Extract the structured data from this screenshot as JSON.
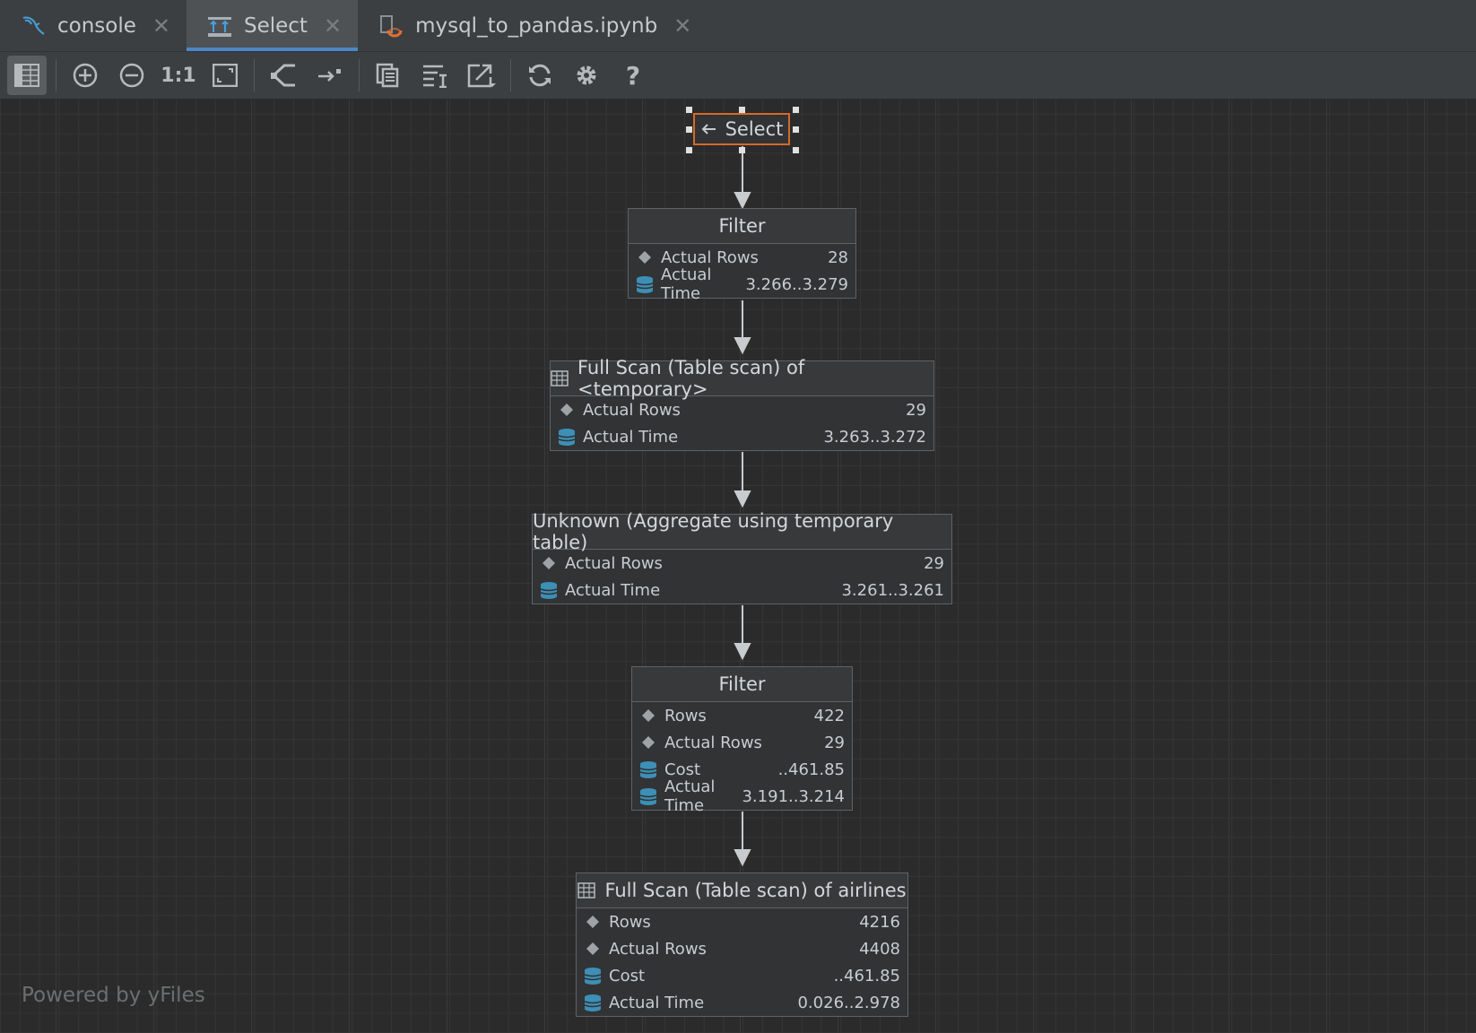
{
  "tabs": [
    {
      "label": "console",
      "icon": "mysql-dolphin-icon",
      "active": false
    },
    {
      "label": "Select",
      "icon": "query-plan-icon",
      "active": true
    },
    {
      "label": "mysql_to_pandas.ipynb",
      "icon": "jupyter-notebook-icon",
      "active": false
    }
  ],
  "toolbar": {
    "one_to_one_label": "1:1",
    "help_label": "?"
  },
  "select_node": {
    "label": "Select"
  },
  "nodes": [
    {
      "title": "Filter",
      "rows": [
        {
          "label": "Actual Rows",
          "value": "28",
          "icon": "diamond-icon"
        },
        {
          "label": "Actual Time",
          "value": "3.266..3.279",
          "icon": "database-icon"
        }
      ]
    },
    {
      "title": "Full Scan (Table scan) of <temporary>",
      "rows": [
        {
          "label": "Actual Rows",
          "value": "29",
          "icon": "diamond-icon"
        },
        {
          "label": "Actual Time",
          "value": "3.263..3.272",
          "icon": "database-icon"
        }
      ]
    },
    {
      "title": "Unknown (Aggregate using temporary table)",
      "rows": [
        {
          "label": "Actual Rows",
          "value": "29",
          "icon": "diamond-icon"
        },
        {
          "label": "Actual Time",
          "value": "3.261..3.261",
          "icon": "database-icon"
        }
      ]
    },
    {
      "title": "Filter",
      "rows": [
        {
          "label": "Rows",
          "value": "422",
          "icon": "diamond-icon"
        },
        {
          "label": "Actual Rows",
          "value": "29",
          "icon": "diamond-icon"
        },
        {
          "label": "Cost",
          "value": "..461.85",
          "icon": "database-icon"
        },
        {
          "label": "Actual Time",
          "value": "3.191..3.214",
          "icon": "database-icon"
        }
      ]
    },
    {
      "title": "Full Scan (Table scan) of airlines",
      "rows": [
        {
          "label": "Rows",
          "value": "4216",
          "icon": "diamond-icon"
        },
        {
          "label": "Actual Rows",
          "value": "4408",
          "icon": "diamond-icon"
        },
        {
          "label": "Cost",
          "value": "..461.85",
          "icon": "database-icon"
        },
        {
          "label": "Actual Time",
          "value": "0.026..2.978",
          "icon": "database-icon"
        }
      ]
    }
  ],
  "footer": {
    "powered_by": "Powered by yFiles"
  },
  "colors": {
    "accent": "#4a88c7",
    "selection": "#d36a2a",
    "db_icon": "#3d8fb5"
  }
}
